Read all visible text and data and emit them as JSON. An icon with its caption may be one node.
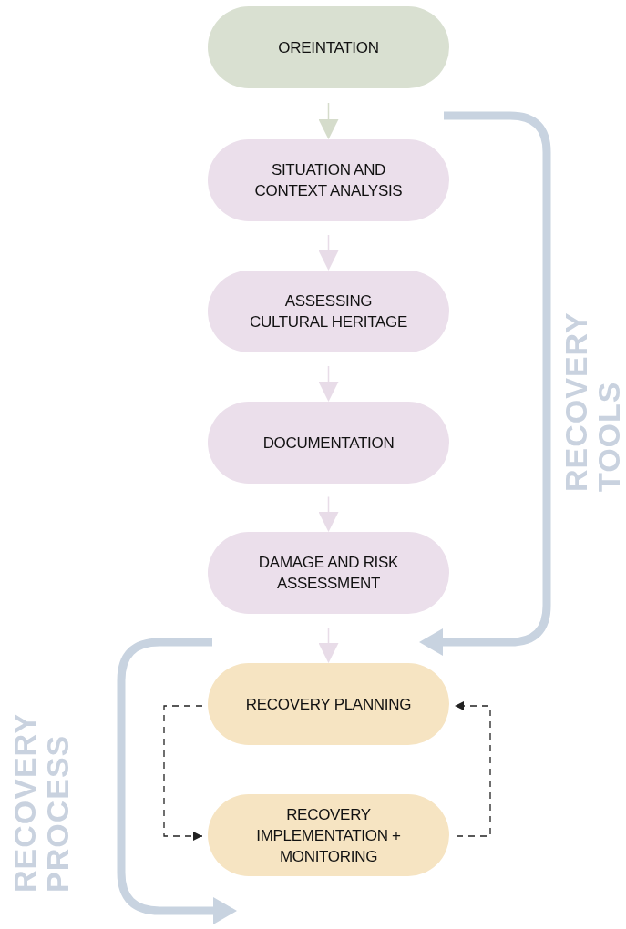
{
  "diagram": {
    "nodes": [
      {
        "text": [
          "OREINTATION"
        ]
      },
      {
        "text": [
          "SITUATION AND CONTEXT ANALYSIS"
        ]
      },
      {
        "text": [
          "ASSESSING CULTURAL HERITAGE"
        ]
      },
      {
        "text": [
          "DOCUMENTATION"
        ]
      },
      {
        "text": [
          "DAMAGE AND RISK ASSESSMENT"
        ]
      },
      {
        "text": [
          "RECOVERY PLANNING"
        ]
      },
      {
        "text": [
          "RECOVERY IMPLEMENTATION + MONITORING"
        ]
      }
    ],
    "edges": [
      {
        "from": 0,
        "to": 1,
        "arrow": "to",
        "color": "#d5dccb"
      },
      {
        "from": 1,
        "to": 2,
        "arrow": "to"
      },
      {
        "from": 2,
        "to": 3,
        "arrow": "to"
      },
      {
        "from": 3,
        "to": 4,
        "arrow": "to"
      },
      {
        "from": 4,
        "to": 5,
        "arrow": "to"
      },
      {
        "from": 5,
        "to": 6,
        "arrow": "to",
        "style": "dashed",
        "color": "#222222"
      },
      {
        "from": 6,
        "to": 5,
        "arrow": "to",
        "style": "dashed",
        "color": "#222222"
      }
    ],
    "labels": [
      "RECOVERY TOOLS",
      "RECOVERY PROCESS"
    ]
  }
}
